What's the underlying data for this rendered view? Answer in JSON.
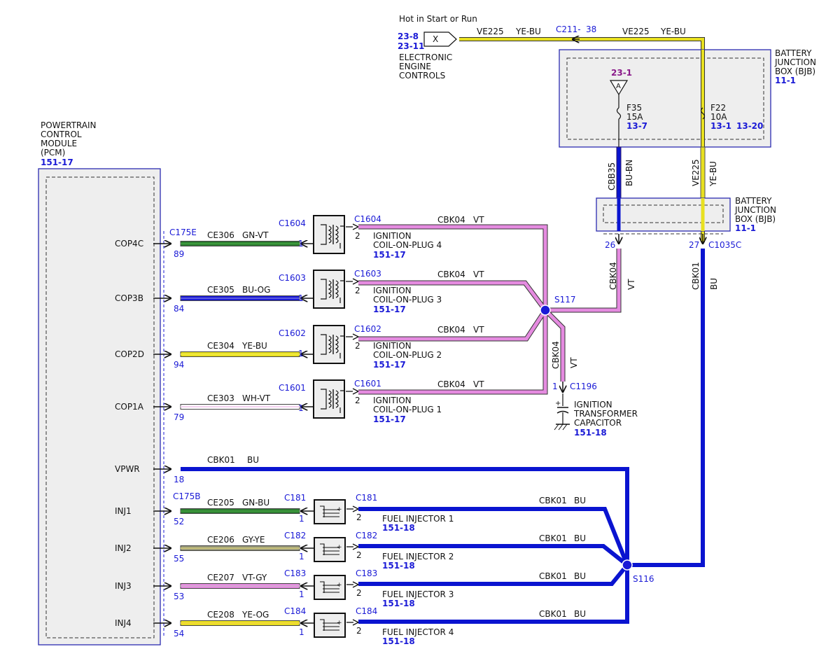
{
  "header": {
    "hot_label": "Hot in Start or Run",
    "ref_top": "23-8",
    "ref_bottom": "23-11",
    "x_label": "X",
    "eec_line1": "ELECTRONIC",
    "eec_line2": "ENGINE",
    "eec_line3": "CONTROLS",
    "wire_left_circuit": "VE225",
    "wire_left_color": "YE-BU",
    "c211": "C211-",
    "c211_pin": "38",
    "wire_right_circuit": "VE225",
    "wire_right_color": "YE-BU"
  },
  "bjb_top": {
    "title1": "BATTERY",
    "title2": "JUNCTION",
    "title3": "BOX (BJB)",
    "ref": "11-1",
    "ref_231": "23-1",
    "a_label": "A",
    "f35": "F35",
    "f35_amp": "15A",
    "f35_ref": "13-7",
    "f22": "F22",
    "f22_amp": "10A",
    "f22_ref1": "13-1",
    "f22_ref2": "13-20",
    "cbb35": "CBB35",
    "bu_bn": "BU-BN",
    "ve225": "VE225",
    "ye_bu": "YE-BU"
  },
  "bjb_bottom": {
    "title1": "BATTERY",
    "title2": "JUNCTION",
    "title3": "BOX (BJB)",
    "ref": "11-1",
    "pin26": "26",
    "pin27": "27",
    "c1035c": "C1035C",
    "cbk04": "CBK04",
    "vt": "VT",
    "cbk01": "CBK01",
    "bu": "BU"
  },
  "pcm": {
    "title1": "POWERTRAIN",
    "title2": "CONTROL",
    "title3": "MODULE",
    "title4": "(PCM)",
    "ref": "151-17",
    "c175e": "C175E",
    "c175b": "C175B",
    "pins": [
      {
        "name": "COP4C",
        "pin": "89",
        "circuit": "CE306",
        "color": "GN-VT"
      },
      {
        "name": "COP3B",
        "pin": "84",
        "circuit": "CE305",
        "color": "BU-OG"
      },
      {
        "name": "COP2D",
        "pin": "94",
        "circuit": "CE304",
        "color": "YE-BU"
      },
      {
        "name": "COP1A",
        "pin": "79",
        "circuit": "CE303",
        "color": "WH-VT"
      },
      {
        "name": "VPWR",
        "pin": "18",
        "circuit": "CBK01",
        "color": "BU"
      },
      {
        "name": "INJ1",
        "pin": "52",
        "circuit": "CE205",
        "color": "GN-BU"
      },
      {
        "name": "INJ2",
        "pin": "55",
        "circuit": "CE206",
        "color": "GY-YE"
      },
      {
        "name": "INJ3",
        "pin": "53",
        "circuit": "CE207",
        "color": "VT-GY"
      },
      {
        "name": "INJ4",
        "pin": "54",
        "circuit": "CE208",
        "color": "YE-OG"
      }
    ]
  },
  "coils": [
    {
      "conn": "C1604",
      "pin1": "1",
      "pin2": "2",
      "line1": "IGNITION",
      "line2": "COIL-ON-PLUG 4",
      "ref": "151-17",
      "circuit": "CBK04",
      "color": "VT"
    },
    {
      "conn": "C1603",
      "pin1": "1",
      "pin2": "2",
      "line1": "IGNITION",
      "line2": "COIL-ON-PLUG 3",
      "ref": "151-17",
      "circuit": "CBK04",
      "color": "VT"
    },
    {
      "conn": "C1602",
      "pin1": "1",
      "pin2": "2",
      "line1": "IGNITION",
      "line2": "COIL-ON-PLUG 2",
      "ref": "151-17",
      "circuit": "CBK04",
      "color": "VT"
    },
    {
      "conn": "C1601",
      "pin1": "1",
      "pin2": "2",
      "line1": "IGNITION",
      "line2": "COIL-ON-PLUG 1",
      "ref": "151-17",
      "circuit": "CBK04",
      "color": "VT"
    }
  ],
  "injectors": [
    {
      "conn": "C181",
      "pin1": "1",
      "pin2": "2",
      "label": "FUEL INJECTOR 1",
      "ref": "151-18",
      "circuit": "CBK01",
      "color": "BU"
    },
    {
      "conn": "C182",
      "pin1": "1",
      "pin2": "2",
      "label": "FUEL INJECTOR 2",
      "ref": "151-18",
      "circuit": "CBK01",
      "color": "BU"
    },
    {
      "conn": "C183",
      "pin1": "1",
      "pin2": "2",
      "label": "FUEL INJECTOR 3",
      "ref": "151-18",
      "circuit": "CBK01",
      "color": "BU"
    },
    {
      "conn": "C184",
      "pin1": "1",
      "pin2": "2",
      "label": "FUEL INJECTOR 4",
      "ref": "151-18",
      "circuit": "CBK01",
      "color": "BU"
    }
  ],
  "splices": {
    "s117": "S117",
    "s116": "S116",
    "cbk04": "CBK04",
    "vt": "VT",
    "pin1": "1",
    "c1196": "C1196"
  },
  "capacitor": {
    "line1": "IGNITION",
    "line2": "TRANSFORMER",
    "line3": "CAPACITOR",
    "ref": "151-18"
  },
  "vpwr_wire": {
    "circuit": "CBK01",
    "color": "BU"
  },
  "colors": {
    "ref_blue": "#1a1ad6",
    "wire_blue": "#0a14d0",
    "wire_violet": "#e58be0",
    "wire_yellow": "#e8e020",
    "wire_green": "#2e7d32",
    "box_border": "#2b2bb0",
    "box_fill": "#eeeeee"
  }
}
